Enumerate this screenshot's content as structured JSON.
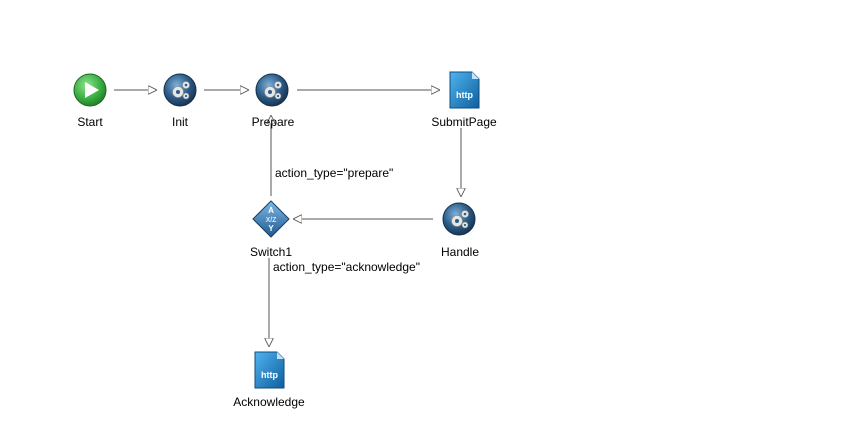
{
  "nodes": {
    "start": {
      "label": "Start",
      "icon": "start-play-icon"
    },
    "init": {
      "label": "Init",
      "icon": "gear-task-icon"
    },
    "prepare": {
      "label": "Prepare",
      "icon": "gear-task-icon"
    },
    "submitpage": {
      "label": "SubmitPage",
      "icon": "http-page-icon"
    },
    "handle": {
      "label": "Handle",
      "icon": "gear-task-icon"
    },
    "switch1": {
      "label": "Switch1",
      "icon": "switch-diamond-icon",
      "glyph": "A\nX/Z\nY"
    },
    "acknowledge": {
      "label": "Acknowledge",
      "icon": "http-page-icon"
    }
  },
  "edges": {
    "switch_to_prepare": {
      "label": "action_type=\"prepare\""
    },
    "switch_to_acknowledge": {
      "label": "action_type=\"acknowledge\""
    }
  },
  "icons": {
    "http_text": "http"
  },
  "colors": {
    "line": "#555555",
    "start_green": "#3cb043",
    "gear_blue": "#2c5d8a",
    "http_blue": "#1f7fc4",
    "switch_blue": "#2f6fa8"
  }
}
